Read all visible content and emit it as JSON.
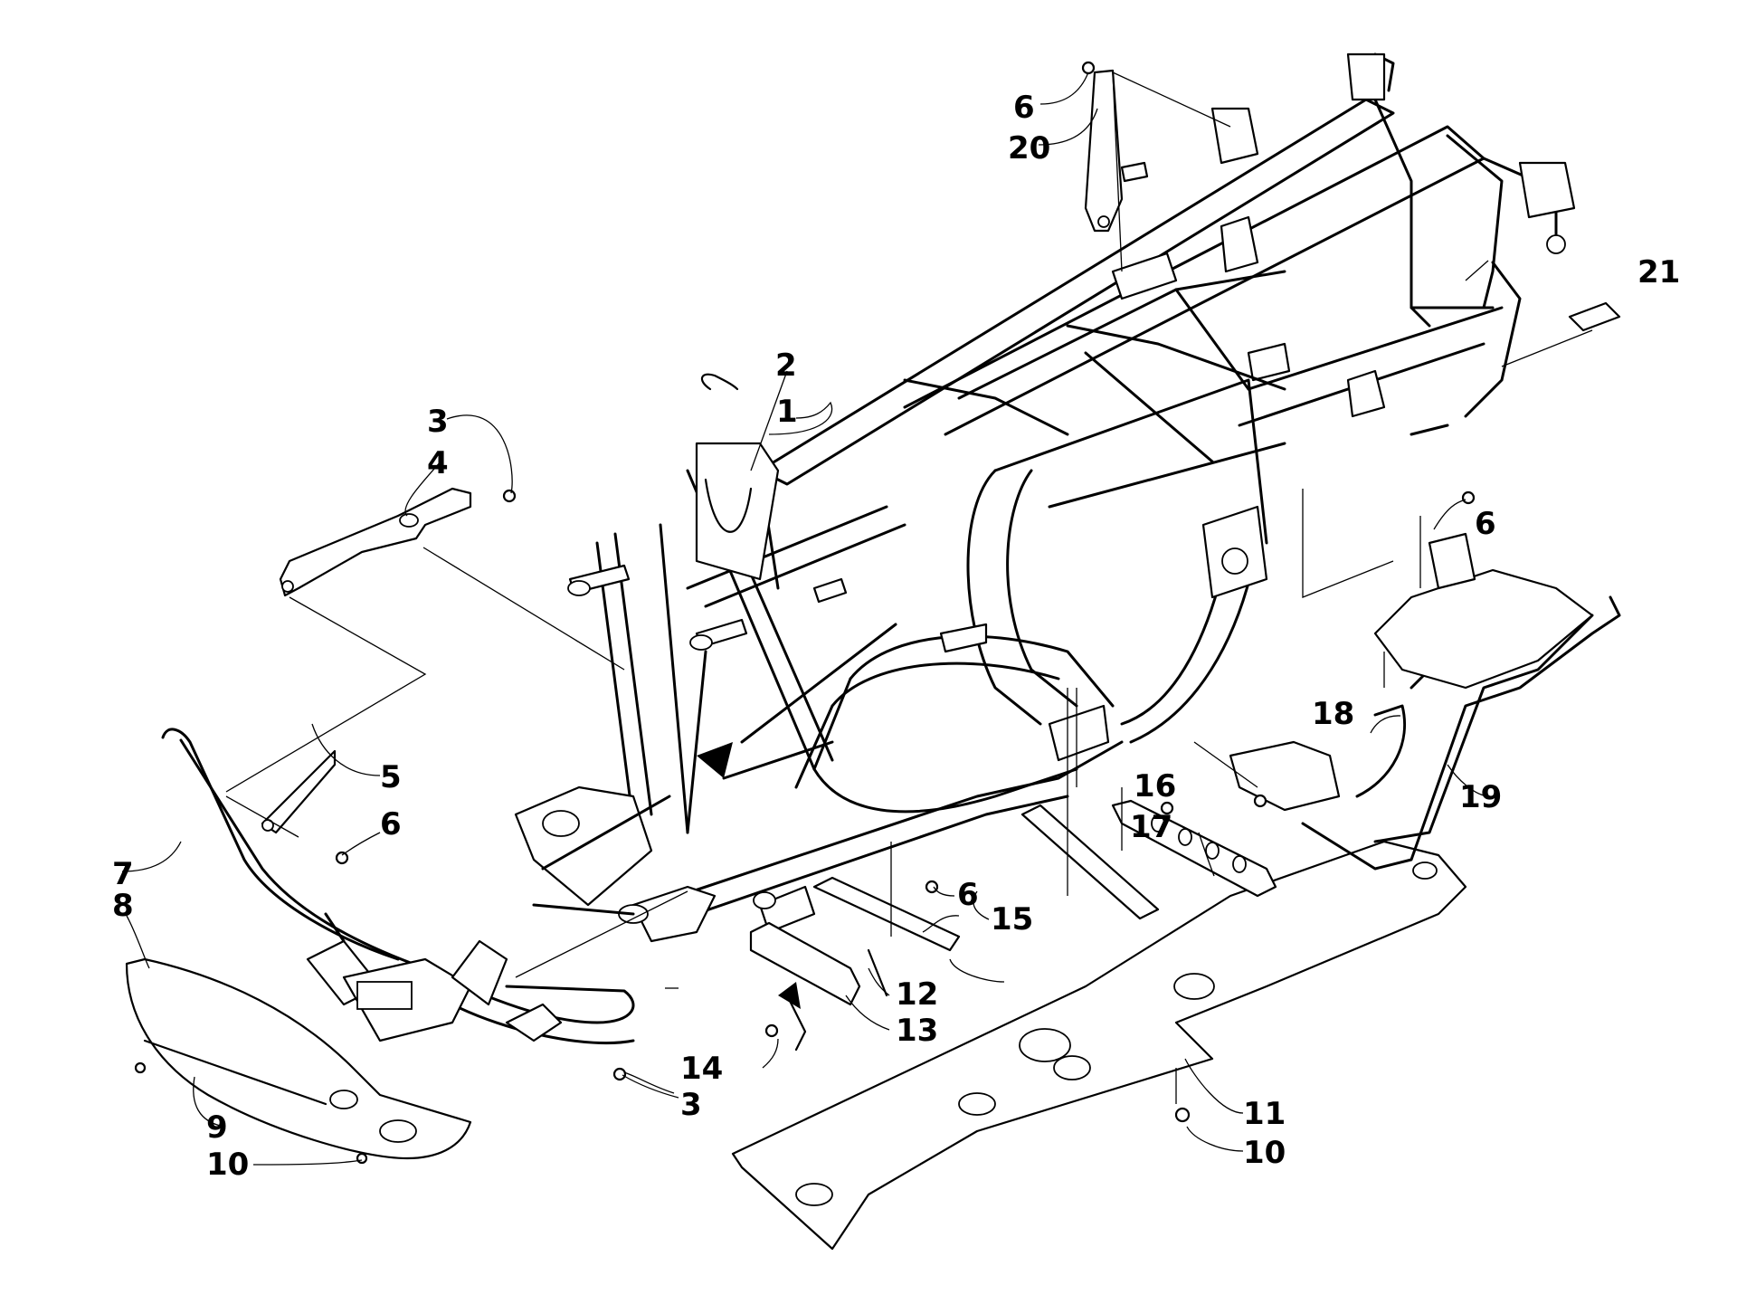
{
  "diagram": {
    "callouts": [
      {
        "id": "c1",
        "label": "1"
      },
      {
        "id": "c2",
        "label": "2"
      },
      {
        "id": "c3a",
        "label": "3"
      },
      {
        "id": "c4",
        "label": "4"
      },
      {
        "id": "c5",
        "label": "5"
      },
      {
        "id": "c6a",
        "label": "6"
      },
      {
        "id": "c6b",
        "label": "6"
      },
      {
        "id": "c6c",
        "label": "6"
      },
      {
        "id": "c6d",
        "label": "6"
      },
      {
        "id": "c7",
        "label": "7"
      },
      {
        "id": "c8",
        "label": "8"
      },
      {
        "id": "c9",
        "label": "9"
      },
      {
        "id": "c10a",
        "label": "10"
      },
      {
        "id": "c10b",
        "label": "10"
      },
      {
        "id": "c11",
        "label": "11"
      },
      {
        "id": "c12",
        "label": "12"
      },
      {
        "id": "c13",
        "label": "13"
      },
      {
        "id": "c14",
        "label": "14"
      },
      {
        "id": "c15",
        "label": "15"
      },
      {
        "id": "c16",
        "label": "16"
      },
      {
        "id": "c17",
        "label": "17"
      },
      {
        "id": "c18",
        "label": "18"
      },
      {
        "id": "c19",
        "label": "19"
      },
      {
        "id": "c20",
        "label": "20"
      },
      {
        "id": "c21",
        "label": "21"
      },
      {
        "id": "c3b",
        "label": "3"
      }
    ]
  }
}
